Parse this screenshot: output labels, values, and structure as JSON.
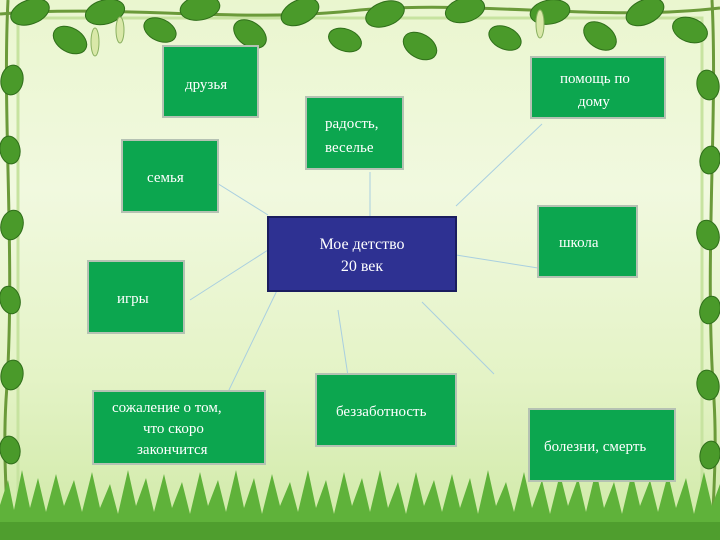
{
  "center": {
    "line1": "Мое детство",
    "line2": "20 век"
  },
  "nodes": {
    "druzya": "друзья",
    "radost_line1": "радость,",
    "radost_line2": "веселье",
    "pomosh_line1": "помощь по",
    "pomosh_line2": "дому",
    "semya": "семья",
    "shkola": "школа",
    "igry": "игры",
    "sozhalenie_line1": "сожаление о том,",
    "sozhalenie_line2": "что скоро",
    "sozhalenie_line3": "закончится",
    "bezzabotnost": "беззаботность",
    "bolezni": "болезни, смерть"
  },
  "colors": {
    "node_fill": "#0ca64f",
    "center_fill": "#2e3192",
    "connector": "#a9cfe0",
    "leaf": "#4a9a2a",
    "frame": "#c7e3a0"
  }
}
